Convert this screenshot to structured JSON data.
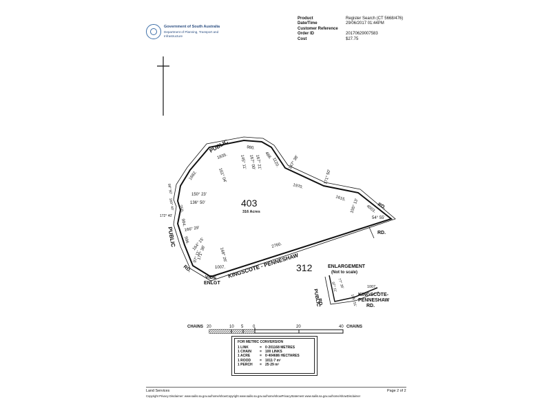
{
  "header": {
    "gov_name": "Government of South Australia",
    "dept_name": "Department of Planning, Transport and Infrastructure",
    "rows": [
      {
        "label": "Product",
        "value": "Register Search (CT 5668/476)"
      },
      {
        "label": "Date/Time",
        "value": "29/06/2017 01:44PM"
      },
      {
        "label": "Customer Reference",
        "value": ""
      },
      {
        "label": "Order ID",
        "value": "20170629007583"
      },
      {
        "label": "Cost",
        "value": "$27.75"
      }
    ]
  },
  "plan": {
    "allotment": "403",
    "area": "316 Acres",
    "neighbour": "312",
    "road_public_top": "PUBLIC",
    "road_public_left": "PUBLIC",
    "road_rd_left": "RD.",
    "road_rd_right": "RD.",
    "road_rd_right2": "RD.",
    "road_kingscote": "KINGSCOTE - PENNESHAW",
    "vide_1": "VIDE",
    "vide_2": "ENLGT",
    "enlargement_title": "ENLARGEMENT",
    "enlargement_sub": "(Not to scale)",
    "enl_public": "PUBLIC",
    "enl_rd": "RD.",
    "enl_kingscote": "KINGSCOTE-",
    "enl_penneshaw": "PENNESHAW",
    "enl_rd2": "RD.",
    "enl_1007": "1007.",
    "enl_b1": "77° 36'",
    "enl_b2": "155° 51'",
    "enl_b3": "97° 11'",
    "dims": {
      "d1835": "1835.",
      "d980": "980.",
      "d488": "488.",
      "d1970": "1970.",
      "d1615": "1615.",
      "d4003": "4003.",
      "d2760": "2760.",
      "d1007": "1007.",
      "d1682": "1682.",
      "d750": "750.",
      "d904": "904.",
      "d996": "996.",
      "d1120": "1120.",
      "b161": "161° 04'",
      "b145": "145° 11'",
      "b167a": "167° 21'",
      "b167b": "167° 00'",
      "b147": "147° 38'",
      "b171": "171° 50'",
      "b155": "155° 13'",
      "b54": "54° 55'",
      "b150": "150° 23'",
      "b136": "136° 50'",
      "b166": "166° 29'",
      "b164": "164° 15'",
      "b171b": "171° 38'",
      "b168": "168° 26'",
      "b172": "172° 40'",
      "b169": "169° 40'",
      "b98": "98° 50'",
      "b97": "97° 11'"
    },
    "scale_chains": "CHAINS",
    "scale_ticks": [
      "20",
      "10",
      "5",
      "0",
      "20",
      "40"
    ]
  },
  "conversion": {
    "title": "FOR METRIC CONVERSION",
    "rows": [
      {
        "a": "1 LINK",
        "b": "0·201168 METRES"
      },
      {
        "a": "1 CHAIN",
        "b": "100 LINKS"
      },
      {
        "a": "1 ACRE",
        "b": "0·404686 HECTARES"
      },
      {
        "a": "1 ROOD",
        "b": "1011·7 m²"
      },
      {
        "a": "1 PERCH",
        "b": "25·29 m²"
      }
    ]
  },
  "footer": {
    "left": "Land Services",
    "right": "Page 2 of 2",
    "copyright": "Copyright Privacy Disclaimer: www.sailis.sa.gov.au/home/showCopyright www.sailis.sa.gov.au/home/showPrivacyStatement www.sailis.sa.gov.au/home/showDisclaimer"
  }
}
